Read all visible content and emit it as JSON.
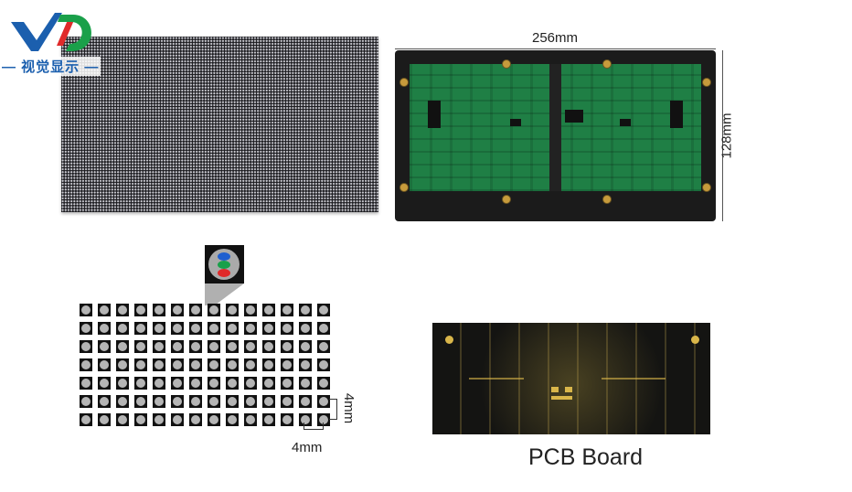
{
  "logo": {
    "letters": "VD",
    "text": "— 视觉显示 —",
    "colors": {
      "v": "#1b5fae",
      "d_green": "#1aa04a",
      "d_red": "#e02a2a"
    }
  },
  "back_panel": {
    "width_label": "256mm",
    "height_label": "128mm"
  },
  "pixel_diagram": {
    "rows": 7,
    "columns": 14,
    "pitch_vertical": "4mm",
    "pitch_horizontal": "4mm",
    "led_colors": [
      "#1f5fd0",
      "#1aa04a",
      "#e02a2a"
    ]
  },
  "pcb": {
    "label": "PCB Board"
  }
}
